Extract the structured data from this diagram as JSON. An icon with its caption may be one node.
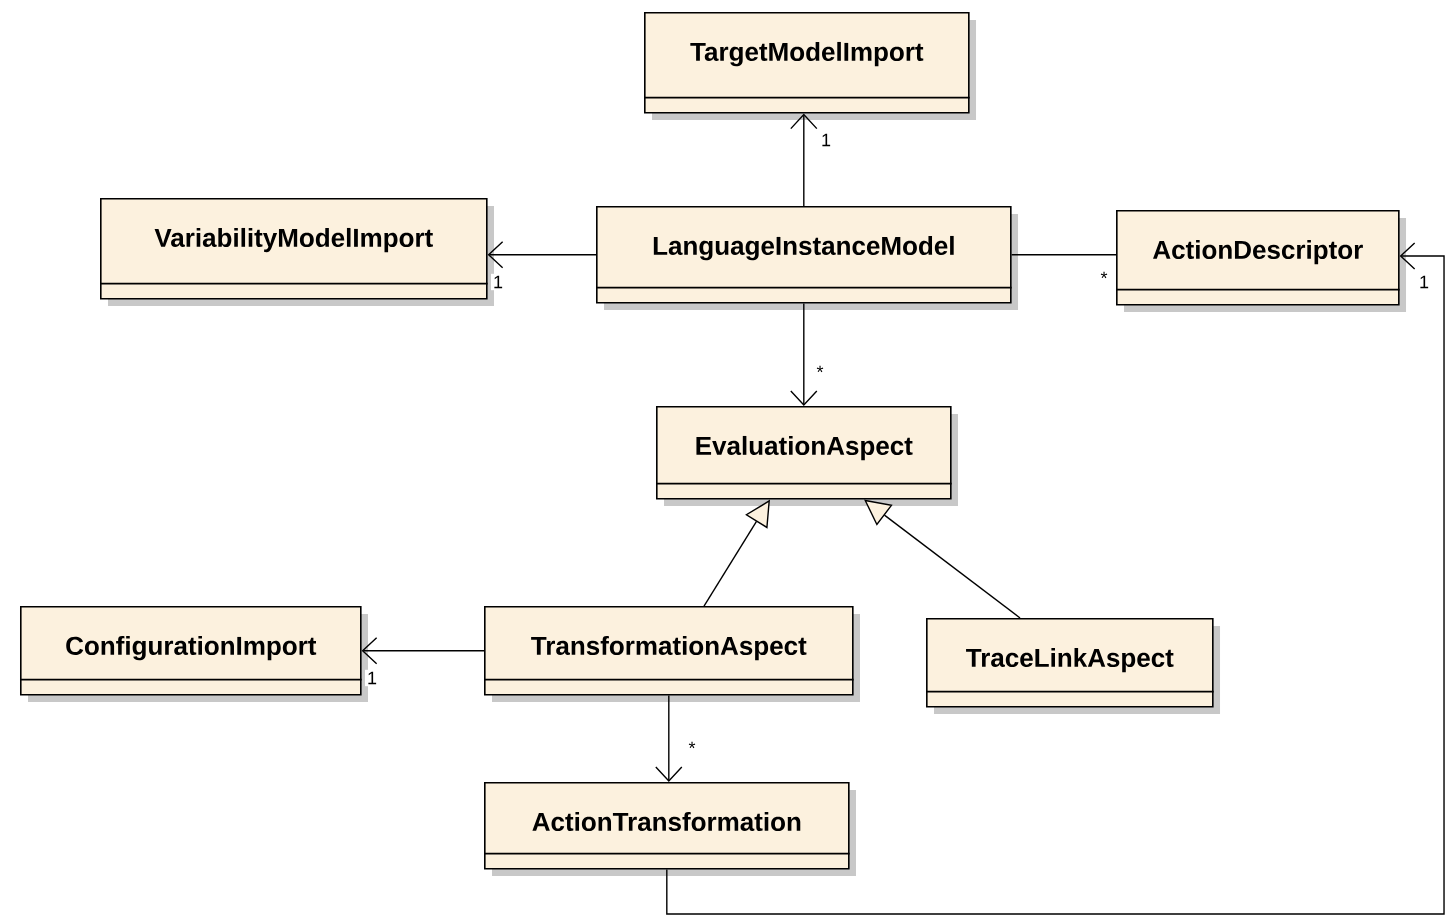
{
  "diagram": {
    "nodes": [
      {
        "text": [
          "TargetModelImport"
        ]
      },
      {
        "text": [
          "VariabilityModelImport"
        ]
      },
      {
        "text": [
          "LanguageInstanceModel"
        ]
      },
      {
        "text": [
          "ActionDescriptor"
        ]
      },
      {
        "text": [
          "EvaluationAspect"
        ]
      },
      {
        "text": [
          "ConfigurationImport"
        ]
      },
      {
        "text": [
          "TransformationAspect"
        ]
      },
      {
        "text": [
          "TraceLinkAspect"
        ]
      },
      {
        "text": [
          "ActionTransformation"
        ]
      }
    ],
    "edges": [
      {
        "from": 2,
        "to": 0,
        "arrow": "to",
        "label": "1"
      },
      {
        "from": 2,
        "to": 1,
        "arrow": "to",
        "label": "1"
      },
      {
        "from": 2,
        "to": 3,
        "arrow": "none",
        "label": "*"
      },
      {
        "from": 8,
        "to": 3,
        "arrow": "to",
        "label": "1"
      },
      {
        "from": 2,
        "to": 4,
        "arrow": "to",
        "label": "*"
      },
      {
        "from": 6,
        "to": 4,
        "arrow": "to"
      },
      {
        "from": 7,
        "to": 4,
        "arrow": "to"
      },
      {
        "from": 6,
        "to": 5,
        "arrow": "to",
        "label": "1"
      },
      {
        "from": 6,
        "to": 8,
        "arrow": "to",
        "label": "*"
      }
    ]
  }
}
